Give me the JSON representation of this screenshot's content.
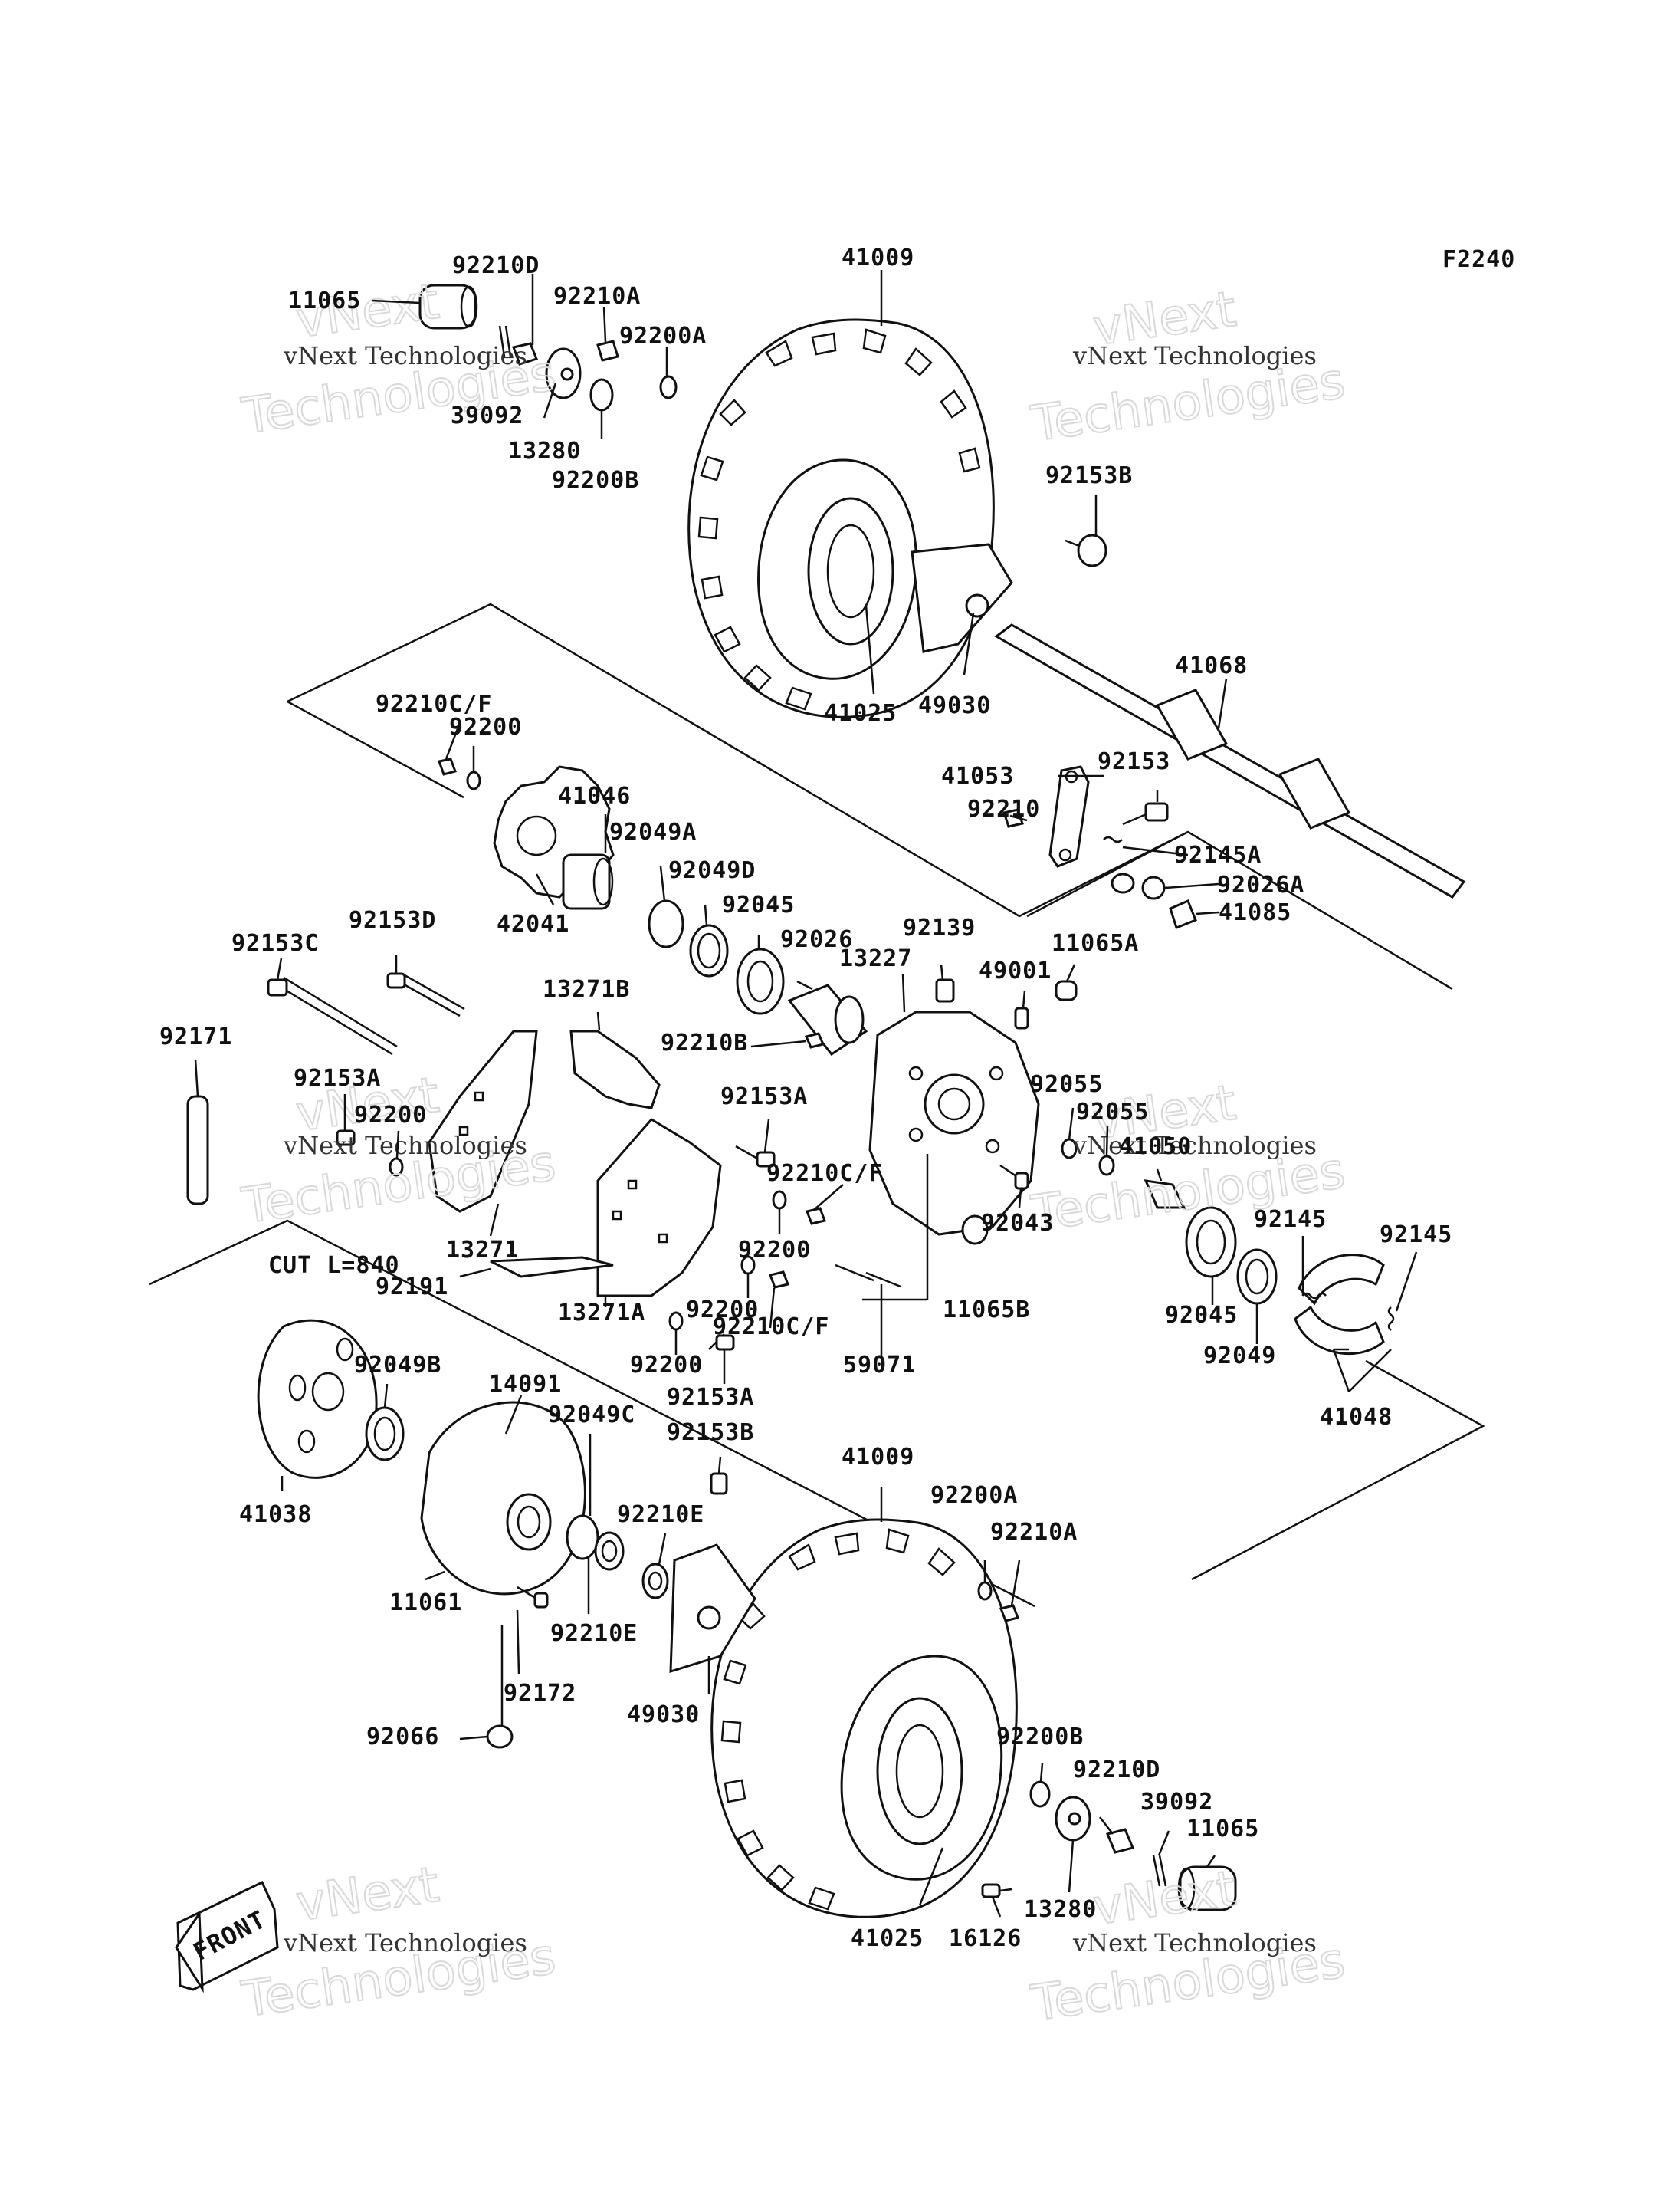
{
  "figure_code": "F2240",
  "front_badge": "FRONT",
  "cut_note": "CUT L=840",
  "watermark": {
    "line1": "vNext",
    "line2": "Technologies",
    "caption": "vNext Technologies"
  },
  "labels": {
    "p11065_top": "11065",
    "p92210D_top": "92210D",
    "p92210A_top": "92210A",
    "p92200A_top": "92200A",
    "p39092_top": "39092",
    "p13280_top": "13280",
    "p92200B_top": "92200B",
    "p41009_top": "41009",
    "p92153B_top": "92153B",
    "p41025_top": "41025",
    "p49030_top": "49030",
    "p41068": "41068",
    "p92210CF_1": "92210C/F",
    "p92200_1": "92200",
    "p41046": "41046",
    "p92049A": "92049A",
    "p92049D": "92049D",
    "p92045_1": "92045",
    "p42041": "42041",
    "p41053": "41053",
    "p92153": "92153",
    "p92210": "92210",
    "p92145A": "92145A",
    "p92026A": "92026A",
    "p41085": "41085",
    "p92153C": "92153C",
    "p92153D": "92153D",
    "p13271B": "13271B",
    "p92026": "92026",
    "p92139": "92139",
    "p13227": "13227",
    "p11065A": "11065A",
    "p49001": "49001",
    "p92171": "92171",
    "p92153A_1": "92153A",
    "p92200_2": "92200",
    "p92210B": "92210B",
    "p92153A_2": "92153A",
    "p92055_1": "92055",
    "p92055_2": "92055",
    "p41050": "41050",
    "p92210CF_2": "92210C/F",
    "p92043": "92043",
    "p92145_1": "92145",
    "p92145_2": "92145",
    "p13271": "13271",
    "p92200_3": "92200",
    "p92191": "92191",
    "p92200_4": "92200",
    "p11065B": "11065B",
    "p92045_2": "92045",
    "p92049": "92049",
    "p13271A": "13271A",
    "p92210CF_3": "92210C/F",
    "p59071": "59071",
    "p92200_5": "92200",
    "p41048": "41048",
    "p92049B": "92049B",
    "p14091": "14091",
    "p92049C": "92049C",
    "p92153A_3": "92153A",
    "p92153B_2": "92153B",
    "p41038": "41038",
    "p41009_bot": "41009",
    "p92200A_bot": "92200A",
    "p92210A_bot": "92210A",
    "p92210E_1": "92210E",
    "p11061": "11061",
    "p92210E_2": "92210E",
    "p92172": "92172",
    "p49030_bot": "49030",
    "p92066": "92066",
    "p92200B_bot": "92200B",
    "p92210D_bot": "92210D",
    "p39092_bot": "39092",
    "p11065_bot": "11065",
    "p13280_bot": "13280",
    "p41025_bot": "41025",
    "p16126": "16126"
  }
}
